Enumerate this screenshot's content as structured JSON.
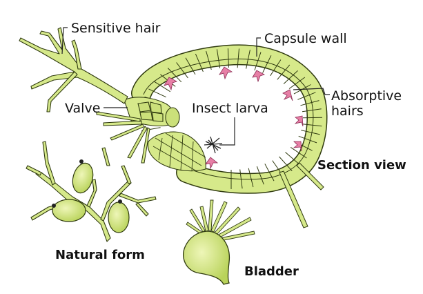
{
  "labels": {
    "sensitive_hair": "Sensitive hair",
    "capsule_wall": "Capsule wall",
    "valve": "Valve",
    "insect_larva": "Insect larva",
    "absorptive_hairs": "Absorptive hairs",
    "section_view": "Section view",
    "natural_form": "Natural form",
    "bladder": "Bladder"
  },
  "colors": {
    "cell_fill": "#d6e98a",
    "cell_stroke": "#2f3a0f",
    "hair_pink": "#e77fa6",
    "larva": "#222222",
    "leader": "#222222"
  }
}
